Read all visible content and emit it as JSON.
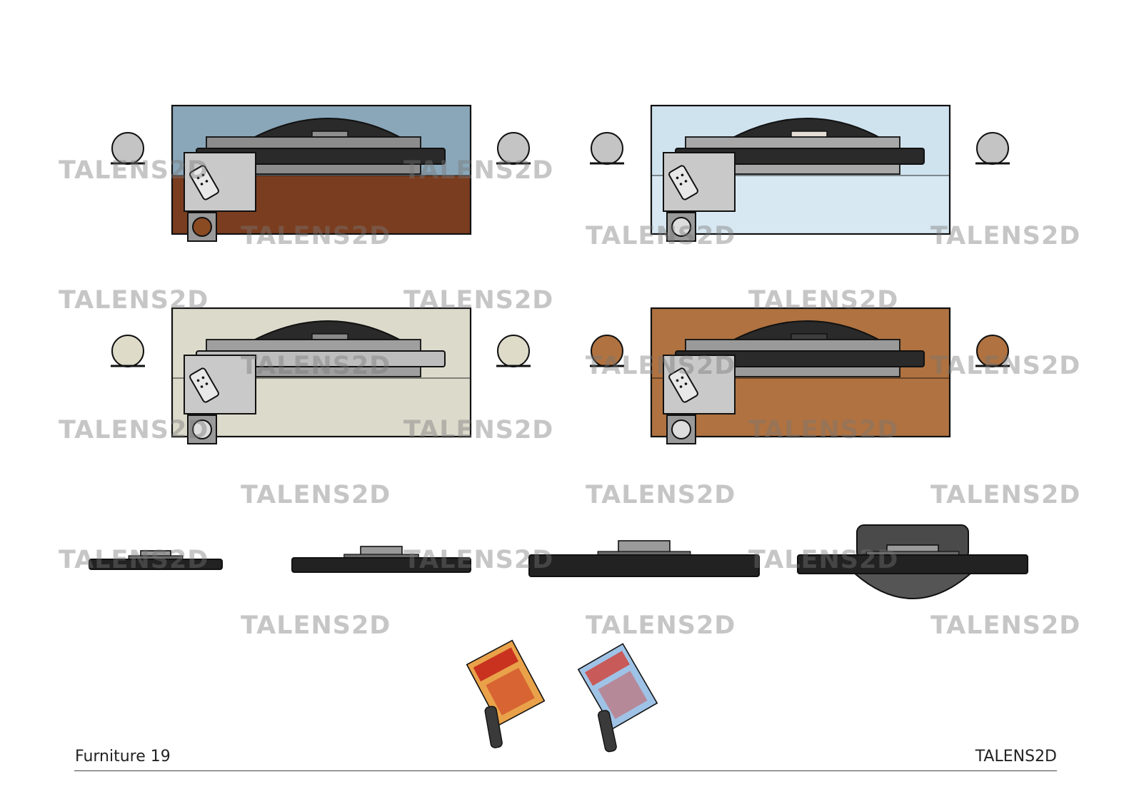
{
  "footer": {
    "sheet_title": "Furniture 19",
    "brand": "TALENS2D"
  },
  "watermark_text": "TALENS2D",
  "colors": {
    "set_1_wall": "#8aa7b9",
    "set_1_floor": "#7a3d1f",
    "set_2_wall": "#cfe3ef",
    "set_2_floor": "#d7e8f2",
    "set_3_wall": "#dcdacb",
    "set_3_floor": "#dcdacb",
    "set_4_wall": "#b07240",
    "set_4_floor": "#b07240",
    "tv_dark": "#2a2a2a",
    "tv_grey": "#8e8e8e",
    "outline": "#111111"
  },
  "icons": [
    "tv-cabinet-set-icon",
    "speaker-icon",
    "remote-control-icon",
    "tv-top-view-icon",
    "magazine-with-remote-icon"
  ]
}
